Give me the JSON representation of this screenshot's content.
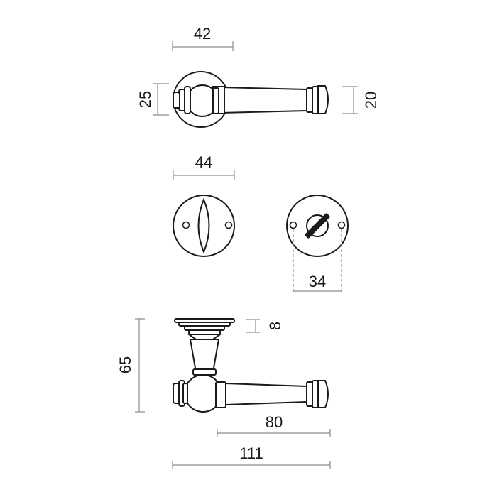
{
  "dimensions": {
    "rose_width": "42",
    "rose_height": "25",
    "lever_height": "20",
    "plate_width": "44",
    "hole_spacing": "34",
    "rose_thickness": "8",
    "projection": "65",
    "lever_reach": "80",
    "total_length": "111"
  },
  "colors": {
    "line": "#1a1a1a",
    "dimension_line": "#8c8c8c",
    "background": "#ffffff"
  }
}
